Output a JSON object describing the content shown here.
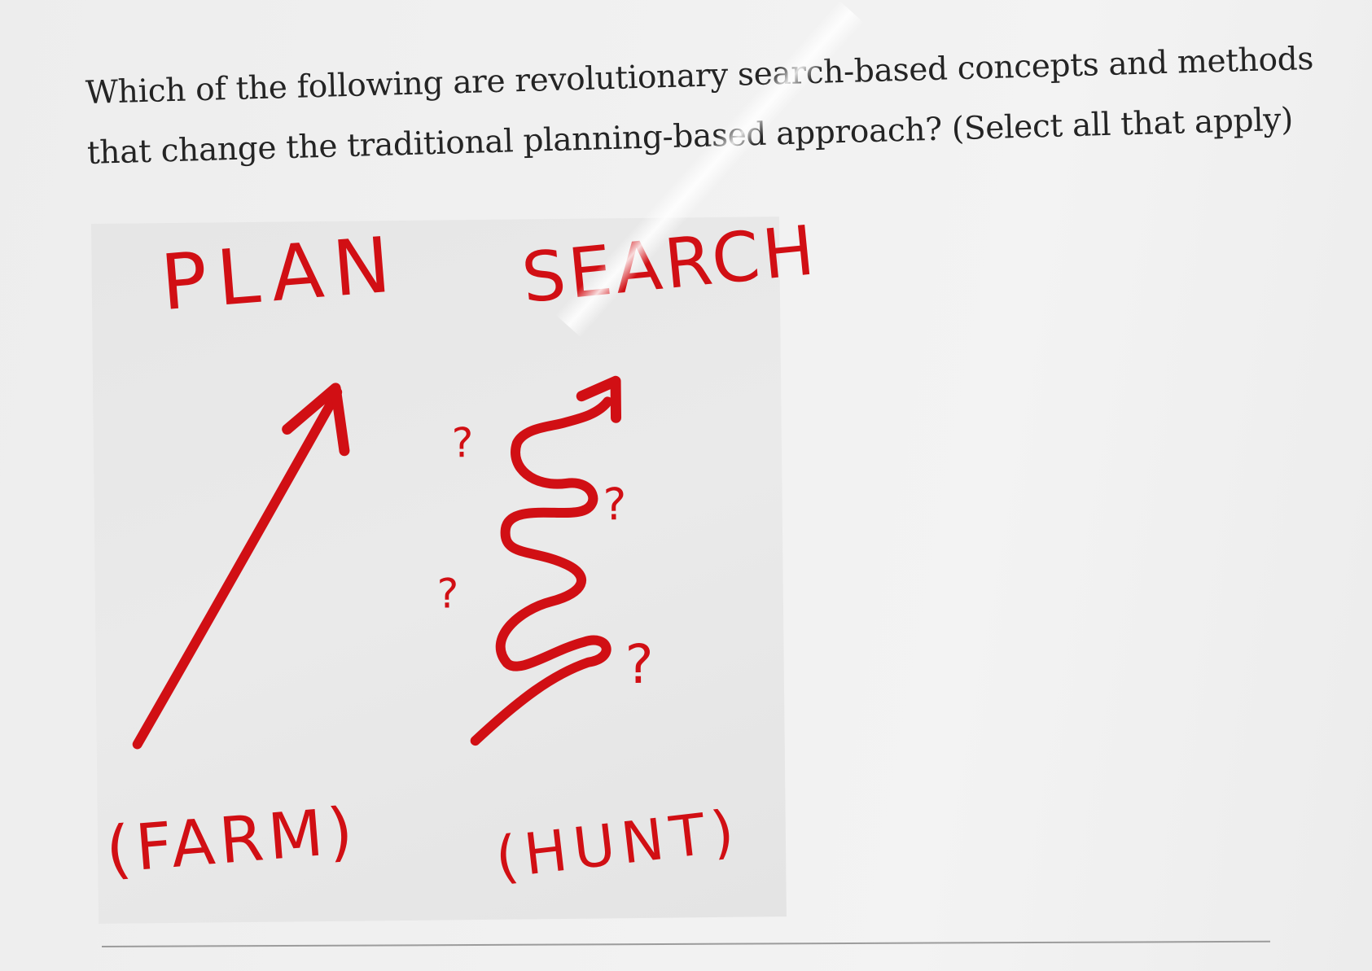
{
  "question": {
    "line1": "Which of the following are revolutionary search-based concepts and methods",
    "line2": "that change the traditional planning-based approach? (Select all that apply)"
  },
  "figure": {
    "left_title": "PLAN",
    "right_title": "SEARCH",
    "left_caption": "(FARM)",
    "right_caption": "(HUNT)",
    "question_marks": [
      "?",
      "?",
      "?",
      "?"
    ],
    "ink_color": "#d10f14"
  }
}
